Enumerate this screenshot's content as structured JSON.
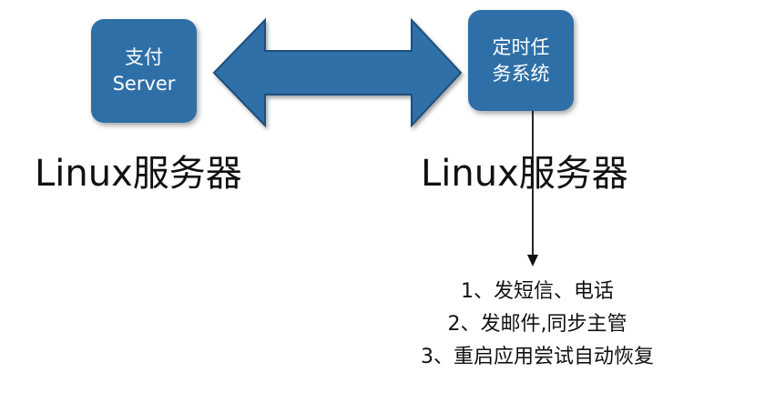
{
  "nodes": {
    "payment": {
      "line1": "支付",
      "line2": "Server"
    },
    "scheduler": {
      "line1": "定时任",
      "line2": "务系统"
    }
  },
  "labels": {
    "left_server": "Linux服务器",
    "right_server": "Linux服务器"
  },
  "actions": [
    "1、发短信、电话",
    "2、发邮件,同步主管",
    "3、重启应用尝试自动恢复"
  ],
  "colors": {
    "box_fill": "#2f6fa7",
    "arrow_fill": "#2f6fa7",
    "arrow_stroke": "#1f4f7d",
    "line": "#111111"
  }
}
